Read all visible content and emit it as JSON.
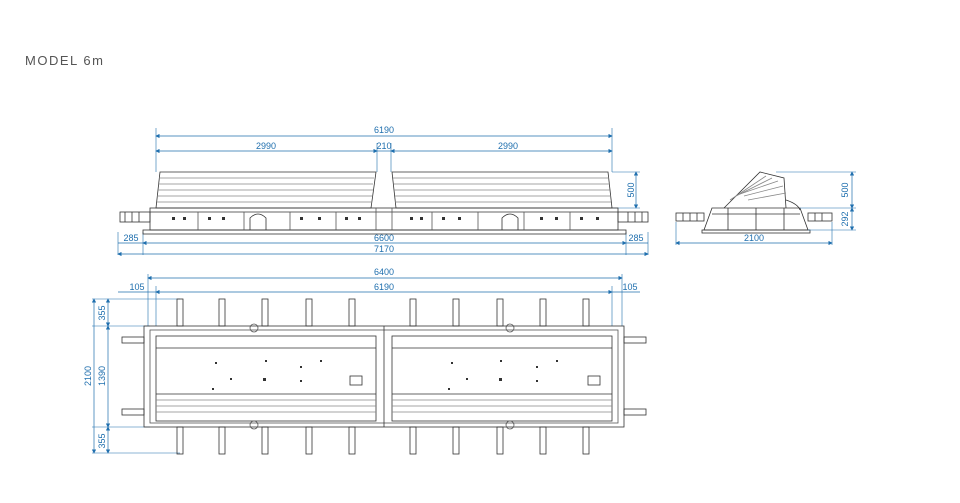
{
  "header": {
    "title": "MODEL 6m"
  },
  "colors": {
    "dimension": "#1f6fae",
    "line": "#333333",
    "light": "#888888",
    "bg": "#ffffff"
  },
  "side_view": {
    "top_total": "6190",
    "top_left": "2990",
    "top_mid": "210",
    "top_right": "2990",
    "height": "500",
    "bottom_left": "285",
    "bottom_mid": "6600",
    "bottom_right": "285",
    "bottom_total": "7170"
  },
  "end_view": {
    "height_top": "500",
    "height_bottom": "292",
    "width": "2100"
  },
  "plan_view": {
    "total_width": "6400",
    "left_margin": "105",
    "inner_width": "6190",
    "right_margin": "105",
    "total_height": "2100",
    "top_margin": "355",
    "inner_height": "1390",
    "bottom_margin": "355"
  }
}
